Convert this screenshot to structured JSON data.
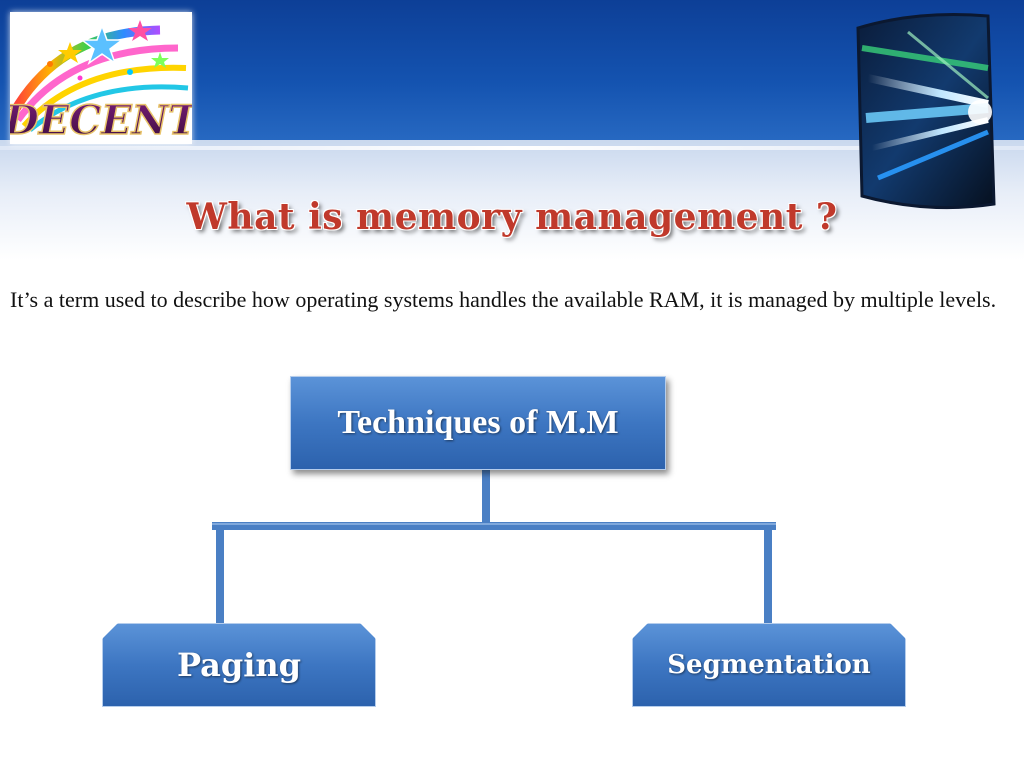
{
  "logo": {
    "text": "DECENT",
    "icon": "rainbow-stars-logo"
  },
  "corner_graphic": {
    "icon": "light-streaks-cube"
  },
  "slide": {
    "title": "What is memory management ?",
    "text": "It’s a term used to describe how operating systems handles the available RAM, it is managed by multiple levels."
  },
  "diagram": {
    "root": {
      "label": "Techniques of M.M"
    },
    "children": [
      {
        "label": "Paging"
      },
      {
        "label": "Segmentation"
      }
    ]
  },
  "colors": {
    "header_blue": "#1453b0",
    "node_blue": "#3d76c2",
    "connector_blue": "#4a7fc4",
    "title_red": "#c0392b"
  }
}
